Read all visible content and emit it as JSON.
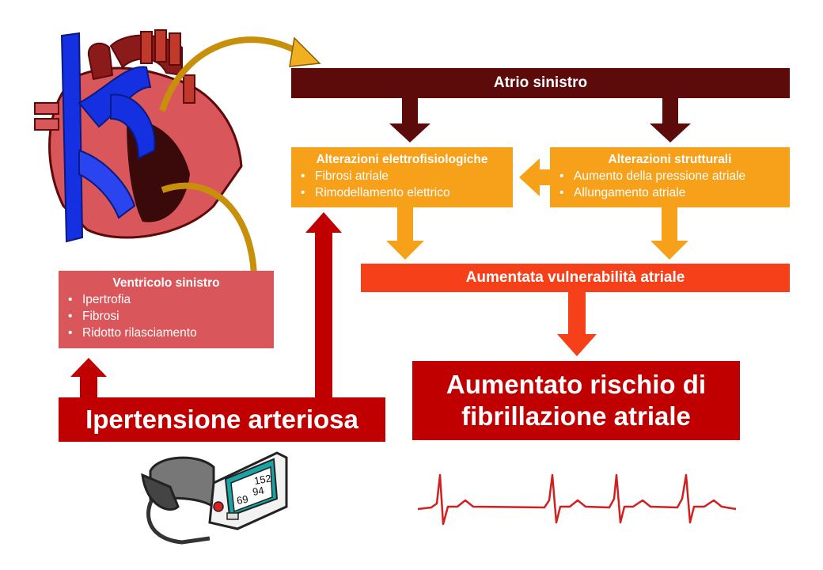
{
  "atrio": {
    "title": "Atrio sinistro"
  },
  "elettro": {
    "title": "Alterazioni elettrofisiologiche",
    "items": [
      "Fibrosi atriale",
      "Rimodellamento elettrico"
    ]
  },
  "strutt": {
    "title": "Alterazioni strutturali",
    "items": [
      "Aumento della pressione atriale",
      "Allungamento atriale"
    ]
  },
  "vulnerabilita": {
    "label": "Aumentata vulnerabilità atriale"
  },
  "ventricolo": {
    "title": "Ventricolo sinistro",
    "items": [
      "Ipertrofia",
      "Fibrosi",
      "Ridotto rilasciamento"
    ]
  },
  "ipertensione": {
    "label": "Ipertensione arteriosa"
  },
  "rischio": {
    "line1": "Aumentato rischio di",
    "line2": "fibrillazione atriale"
  },
  "monitor": {
    "readings": [
      "152",
      "94",
      "69"
    ]
  },
  "colors": {
    "dark": "#5c0a0a",
    "orange": "#f7a01a",
    "orange_red": "#f5401a",
    "red": "#c00000",
    "pink": "#d9565a"
  }
}
